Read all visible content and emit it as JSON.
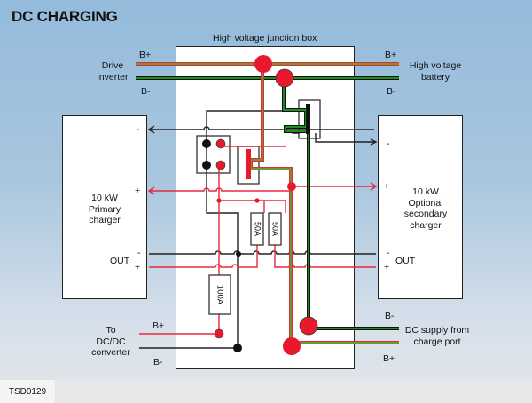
{
  "title": "DC CHARGING",
  "figure_id": "TSD0129",
  "junction_box": {
    "label": "High voltage junction box"
  },
  "drive_inverter": {
    "label_line1": "Drive",
    "label_line2": "inverter",
    "pos_label": "B+",
    "neg_label": "B-"
  },
  "hv_battery": {
    "label_line1": "High voltage",
    "label_line2": "battery",
    "pos_label": "B+",
    "neg_label": "B-"
  },
  "primary_charger": {
    "label_line1": "10 kW",
    "label_line2": "Primary",
    "label_line3": "charger",
    "neg_in": "-",
    "pos_in": "+",
    "out_label": "OUT",
    "out_neg": "-",
    "out_pos": "+"
  },
  "secondary_charger": {
    "label_line1": "10 kW",
    "label_line2": "Optional",
    "label_line3": "secondary",
    "label_line4": "charger",
    "neg_in": "-",
    "pos_in": "+",
    "out_label": "OUT",
    "out_neg": "-",
    "out_pos": "+"
  },
  "dcdc": {
    "label_line1": "To",
    "label_line2": "DC/DC",
    "label_line3": "converter",
    "pos_label": "B+",
    "neg_label": "B-"
  },
  "charge_port": {
    "label_line1": "DC supply from",
    "label_line2": "charge port",
    "neg_label": "B-",
    "pos_label": "B+"
  },
  "fuses": [
    {
      "rating": "50A"
    },
    {
      "rating": "50A"
    },
    {
      "rating": "100A"
    }
  ],
  "colors": {
    "positive": "#e8192c",
    "negative": "#111111",
    "highlight": "#22dd22",
    "box": "#ffffff"
  }
}
